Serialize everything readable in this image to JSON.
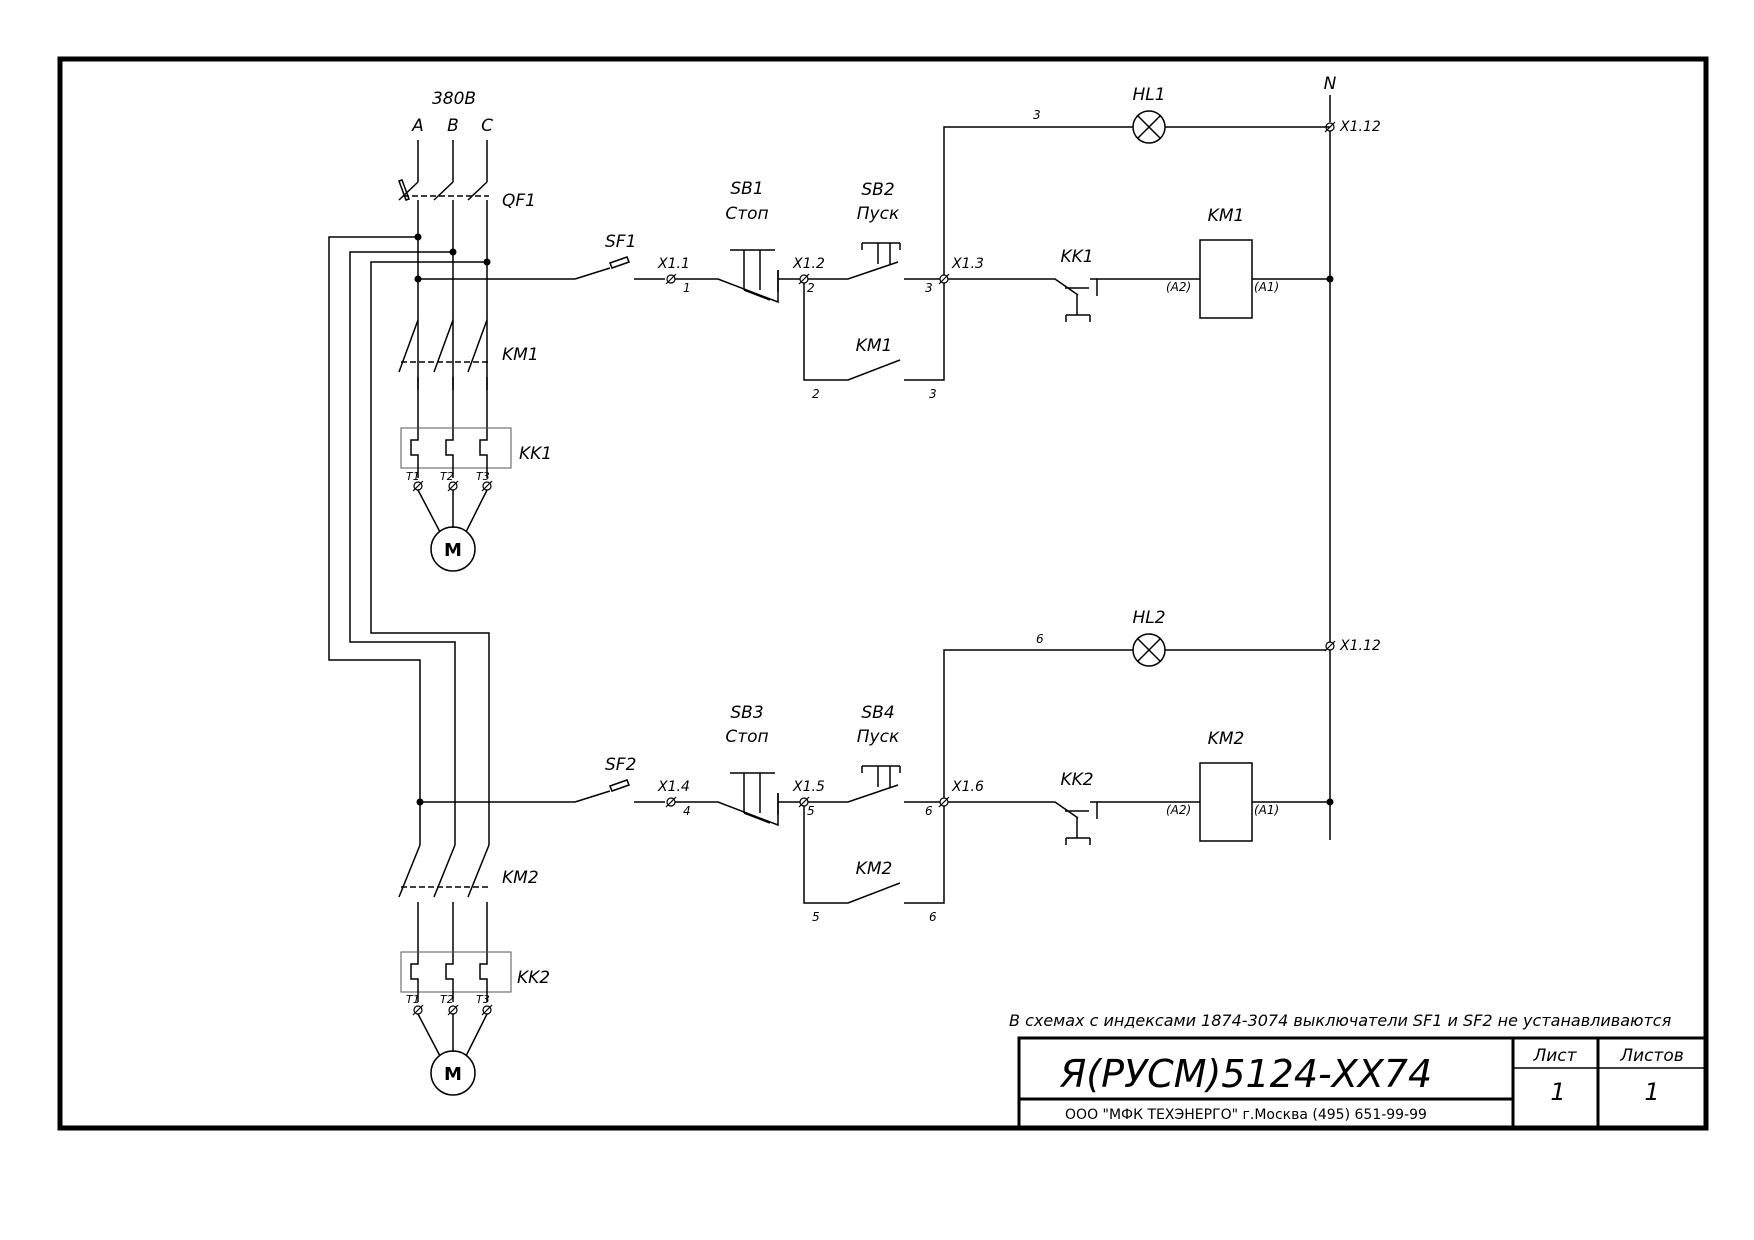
{
  "supply": {
    "voltage": "380В",
    "phases": [
      "A",
      "B",
      "C"
    ],
    "neutral": "N"
  },
  "devices": {
    "main_breaker": "QF1",
    "contactor_1": "KM1",
    "contactor_2": "KM2",
    "relay_1": "KK1",
    "relay_2": "KK2",
    "motor": "M",
    "sf1": "SF1",
    "sf2": "SF2",
    "sb1": "SB1",
    "sb1_func": "Стоп",
    "sb2": "SB2",
    "sb2_func": "Пуск",
    "sb3": "SB3",
    "sb3_func": "Стоп",
    "sb4": "SB4",
    "sb4_func": "Пуск",
    "hl1": "HL1",
    "hl2": "HL2",
    "coil_a1": "(A1)",
    "coil_a2": "(A2)",
    "thermal_terminals": [
      "T1",
      "T2",
      "T3"
    ]
  },
  "terminals": {
    "x1_1": "X1.1",
    "x1_2": "X1.2",
    "x1_3": "X1.3",
    "x1_4": "X1.4",
    "x1_5": "X1.5",
    "x1_6": "X1.6",
    "x1_12": "X1.12"
  },
  "wires": {
    "w1": "1",
    "w2": "2",
    "w3": "3",
    "w4": "4",
    "w5": "5",
    "w6": "6"
  },
  "note": "В схемах с индексами 1874-3074 выключатели SF1 и SF2 не устанавливаются",
  "title_block": {
    "code": "Я(РУСМ)5124-XX74",
    "organization": "ООО \"МФК ТЕХЭНЕРГО\" г.Москва  (495) 651-99-99",
    "sheet_label": "Лист",
    "sheets_label": "Листов",
    "sheet": "1",
    "sheets": "1"
  }
}
